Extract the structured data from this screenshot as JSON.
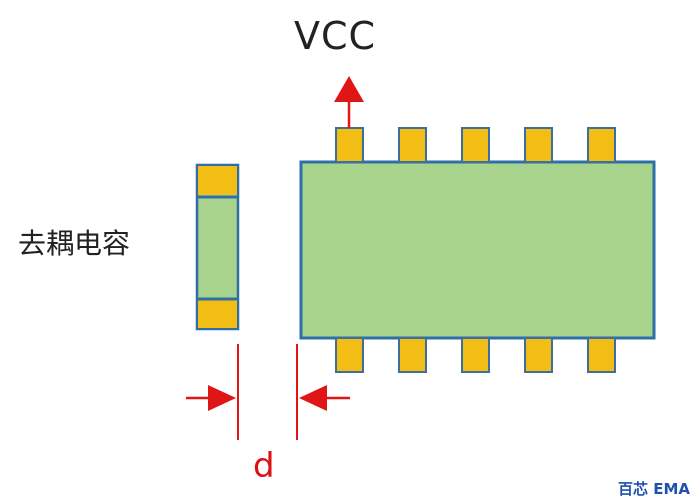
{
  "labels": {
    "vcc": "VCC",
    "decoupling_capacitor": "去耦电容",
    "distance": "d",
    "watermark": "百芯 EMA"
  },
  "colors": {
    "body_fill": "#a8d48e",
    "outline": "#2e6fa8",
    "pad_fill": "#f2bd14",
    "pin_outline": "#3a6fa0",
    "arrow": "#e01515",
    "text": "#222222",
    "watermark": "#1f4fb0"
  }
}
